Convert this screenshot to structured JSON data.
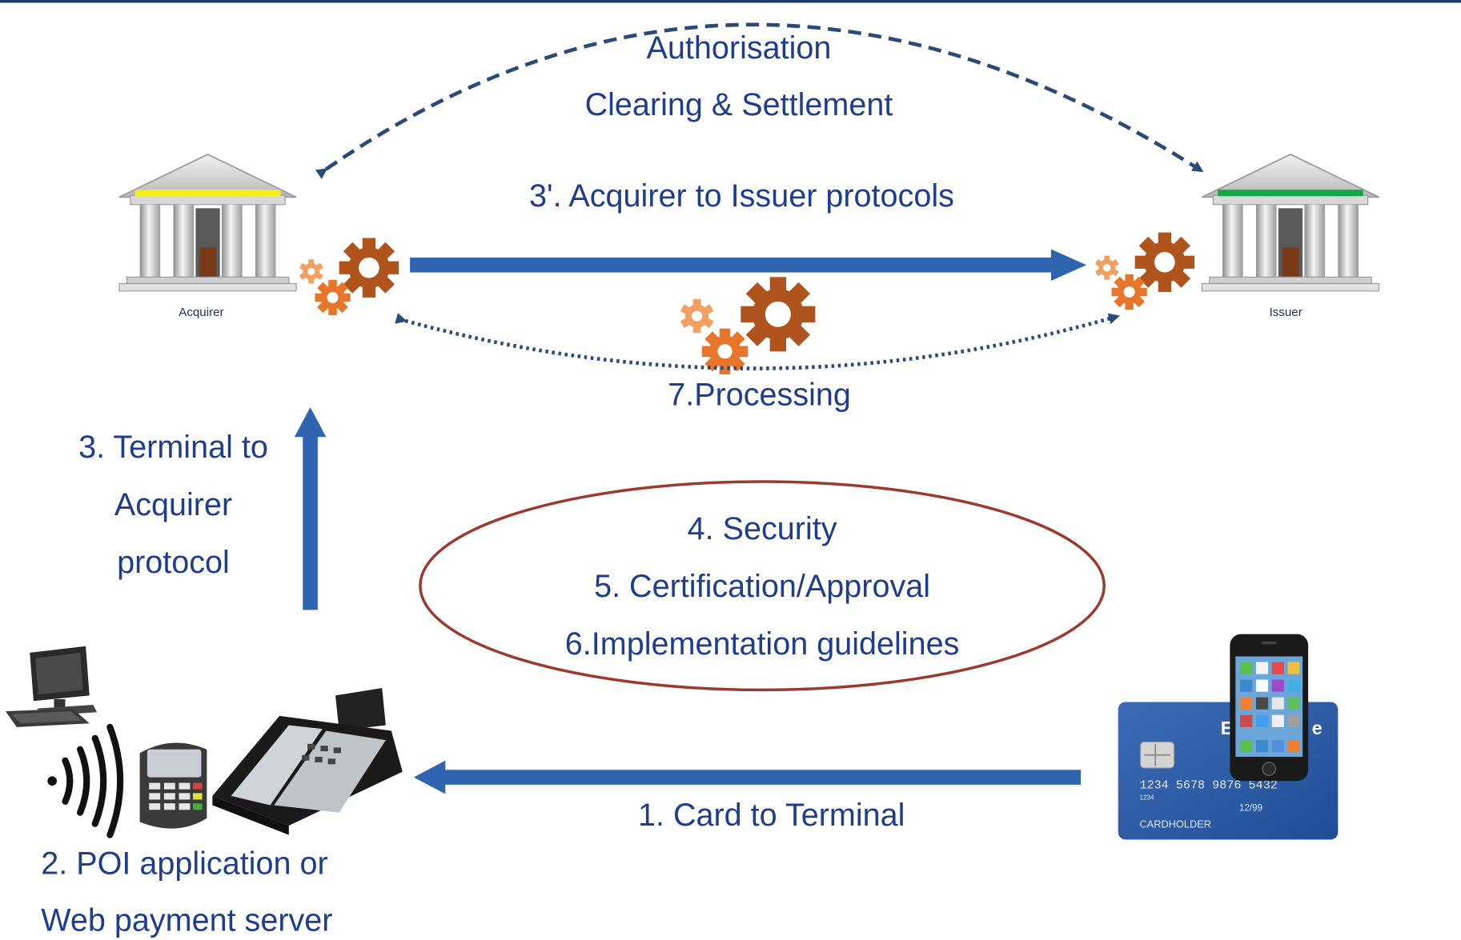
{
  "colors": {
    "text": "#1f3d8f",
    "arrow_solid": "#2f64b0",
    "arrow_dashed": "#2a4a7a",
    "ellipse": "#9b3a2e",
    "gear_dark": "#b0541e",
    "gear_light": "#e8762a",
    "acquirer_bar": "#f2ee1a",
    "issuer_bar": "#14a846",
    "top_border": "#1f3a6b"
  },
  "labels": {
    "authorisation": "Authorisation",
    "clearing": "Clearing & Settlement",
    "acquirer_issuer": "3'. Acquirer to Issuer protocols",
    "processing": "7.Processing",
    "terminal_line1": "3. Terminal  to",
    "terminal_line2": "Acquirer",
    "terminal_line3": "protocol",
    "security": "4. Security",
    "certification": "5. Certification/Approval",
    "implementation": "6.Implementation guidelines",
    "card_to_terminal": "1. Card to Terminal",
    "poi_line1": "2. POI application or",
    "poi_line2": "Web payment server",
    "acquirer": "Acquirer",
    "issuer": "Issuer"
  },
  "card": {
    "number": "1234  5678  9876  5432",
    "small_num": "1234",
    "expiry": "12/99",
    "holder": "CARDHOLDER",
    "brand_partial": "E",
    "brand_end": "e"
  },
  "icons": [
    "bank-icon",
    "gear-icon",
    "computer-icon",
    "contactless-icon",
    "card-terminal-icon",
    "cash-register-icon",
    "credit-card-icon",
    "smartphone-icon"
  ]
}
